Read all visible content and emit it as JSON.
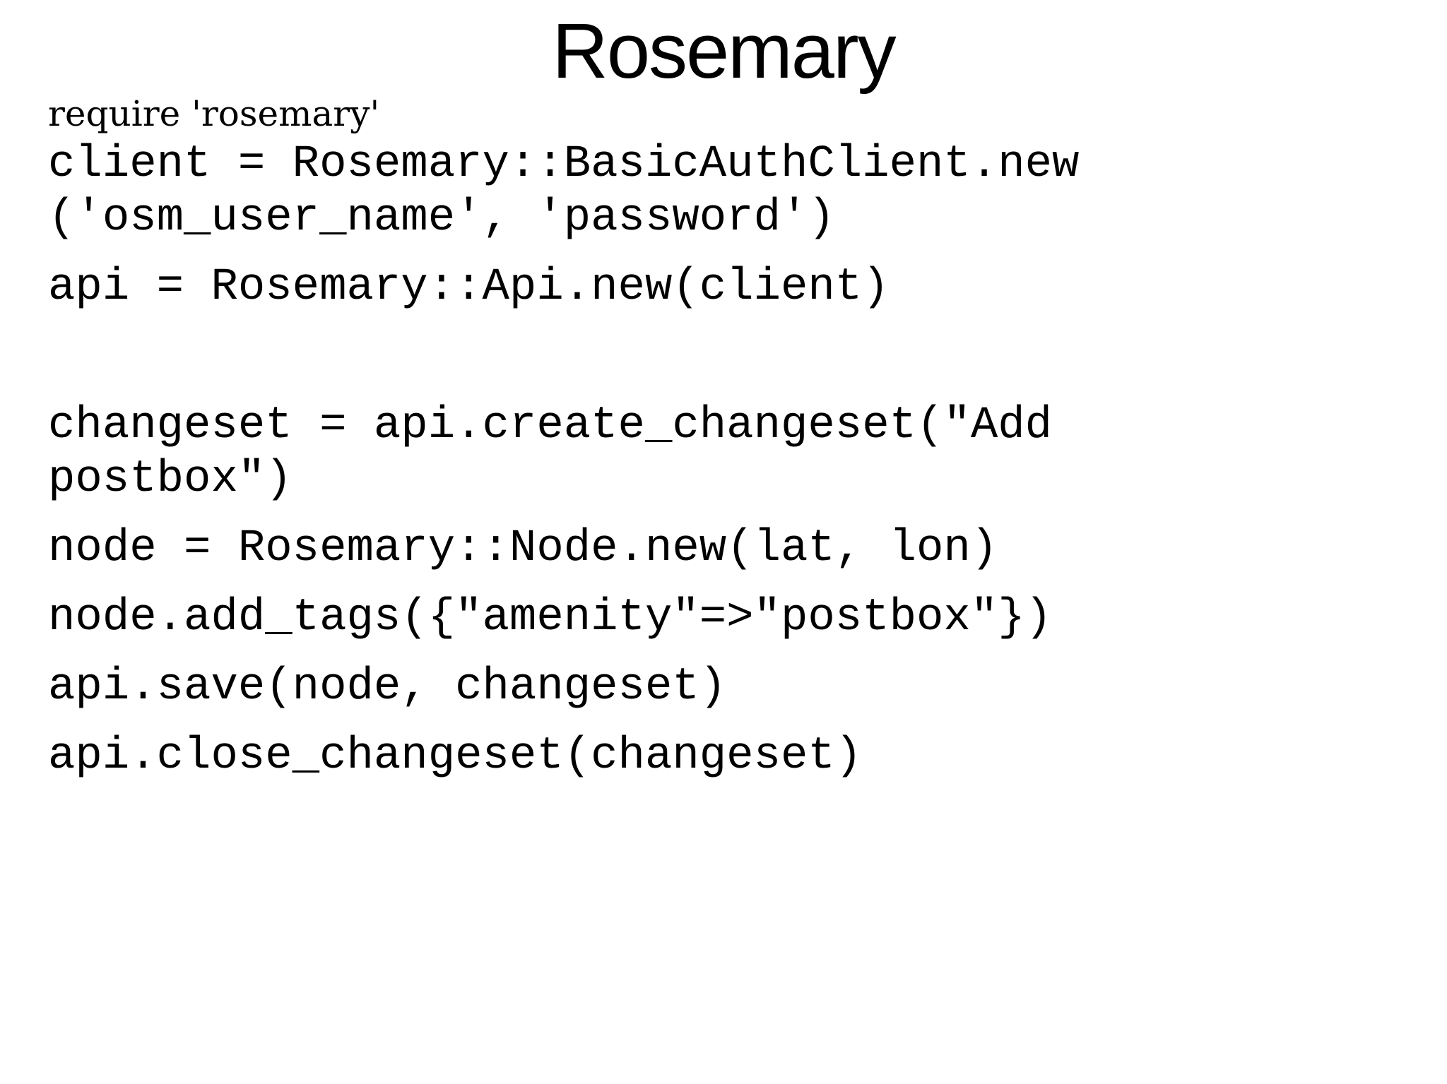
{
  "slide": {
    "title": "Rosemary",
    "require_line": "require 'rosemary'",
    "code": {
      "paragraphs": [
        [
          "client = Rosemary::BasicAuthClient.new",
          "('osm_user_name', 'password')"
        ],
        [
          "api = Rosemary::Api.new(client)"
        ],
        [
          ""
        ],
        [
          "changeset = api.create_changeset(\"Add",
          "postbox\")"
        ],
        [
          "node = Rosemary::Node.new(lat, lon)"
        ],
        [
          "node.add_tags({\"amenity\"=>\"postbox\"})"
        ],
        [
          "api.save(node, changeset)"
        ],
        [
          "api.close_changeset(changeset)"
        ]
      ]
    },
    "colors": {
      "background": "#ffffff",
      "text": "#000000"
    }
  }
}
